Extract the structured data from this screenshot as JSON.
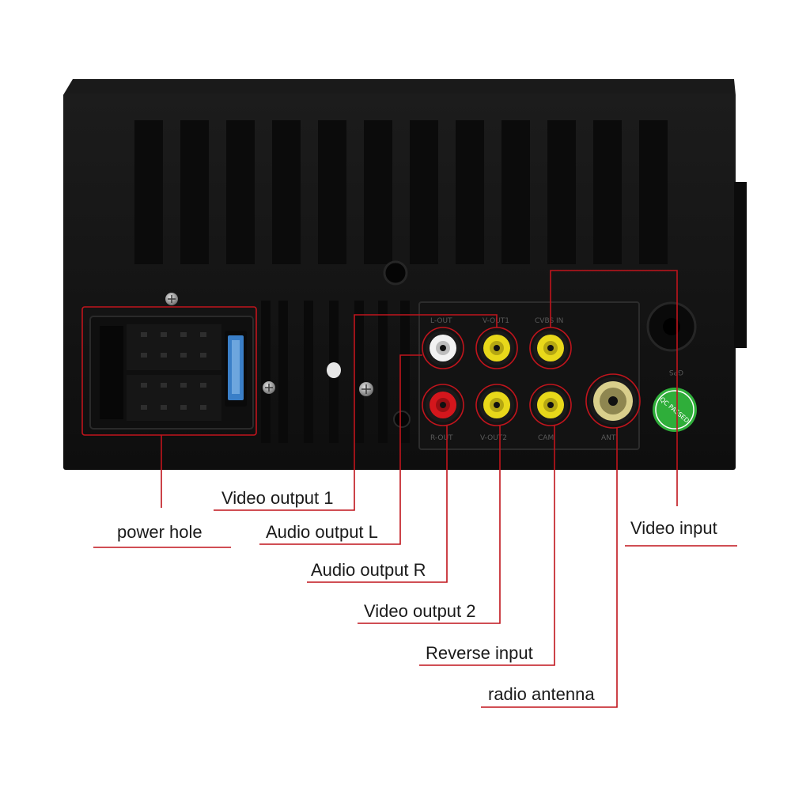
{
  "labels": {
    "power_hole": "power hole",
    "video_output_1": "Video output 1",
    "audio_output_l": "Audio output L",
    "audio_output_r": "Audio output R",
    "video_output_2": "Video output 2",
    "reverse_input": "Reverse input",
    "radio_antenna": "radio antenna",
    "video_input": "Video input"
  },
  "device_markings": {
    "badge": "QC PASSED",
    "gps": "GPS",
    "top_row": [
      "L-OUT",
      "V-OUT1",
      "CVBS IN"
    ],
    "bottom_row": [
      "R-OUT",
      "V-OUT2",
      "CAM",
      "ANT"
    ]
  },
  "colors": {
    "callout_line": "#c0141c",
    "housing": "#141414",
    "rca_yellow": "#e8d81a",
    "rca_red": "#d4161c",
    "rca_white": "#f2f2f2",
    "fuse_blue": "#3a7fc8",
    "badge_green": "#2fae3a"
  }
}
